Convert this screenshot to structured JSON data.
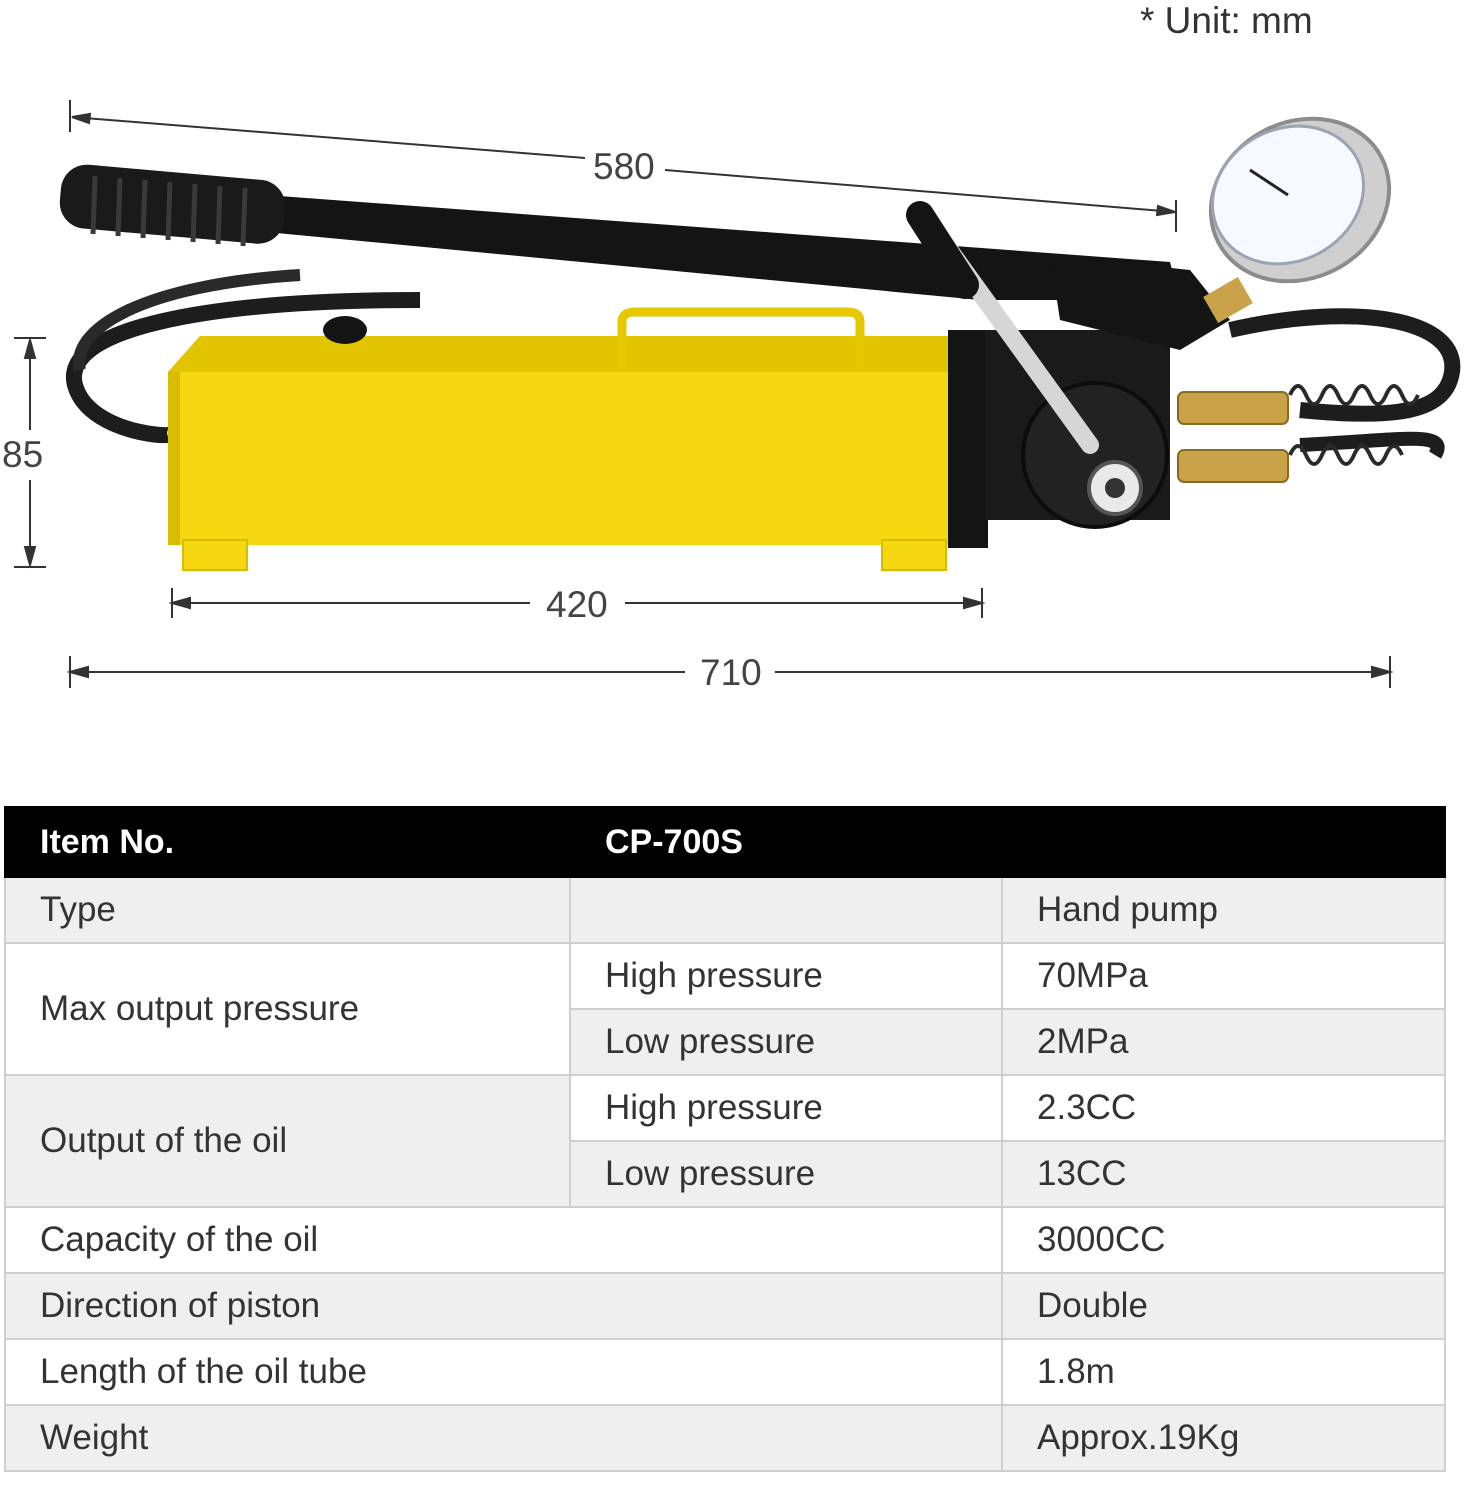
{
  "figure": {
    "unit_note": "* Unit: mm",
    "dimensions": {
      "handle_length": "580",
      "height": "85",
      "base_length": "420",
      "total_length": "710"
    },
    "colors": {
      "tank": "#f5d812",
      "tank_shade": "#d9bb00",
      "metal_dark": "#141414",
      "hose": "#1d1d1d",
      "brass": "#c9a24a"
    }
  },
  "table": {
    "header": {
      "label": "Item No.",
      "value": "CP-700S"
    },
    "rows": {
      "type": {
        "label": "Type",
        "value": "Hand pump"
      },
      "max_pressure": {
        "label": "Max output pressure",
        "high_label": "High pressure",
        "high_value": "70MPa",
        "low_label": "Low pressure",
        "low_value": "2MPa"
      },
      "oil_output": {
        "label": "Output of the oil",
        "high_label": "High pressure",
        "high_value": "2.3CC",
        "low_label": "Low pressure",
        "low_value": "13CC"
      },
      "capacity": {
        "label": "Capacity of the oil",
        "value": "3000CC"
      },
      "piston": {
        "label": "Direction of piston",
        "value": "Double"
      },
      "tube": {
        "label": "Length of the oil tube",
        "value": "1.8m"
      },
      "weight": {
        "label": "Weight",
        "value": "Approx.19Kg"
      }
    }
  }
}
